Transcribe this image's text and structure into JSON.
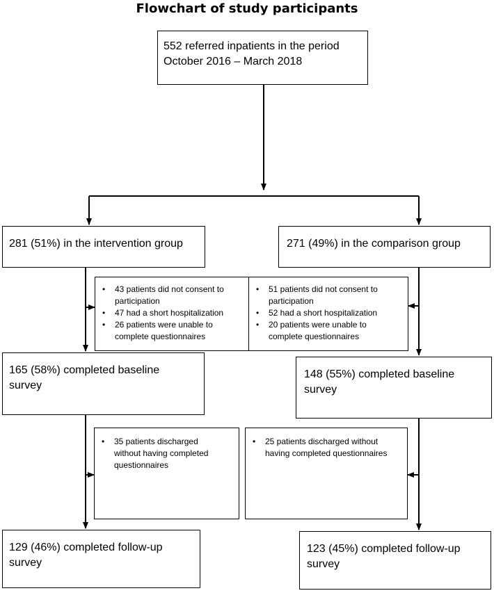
{
  "title": "Flowchart of study participants",
  "top_box": {
    "lines": [
      "552 referred inpatients in the period",
      "October 2016 – March 2018"
    ]
  },
  "intervention": {
    "group": "281 (51%) in the intervention group",
    "exclusion_1": [
      [
        "43 patients did not consent to",
        "participation"
      ],
      [
        "47 had a short hospitalization"
      ],
      [
        "26 patients were unable to",
        "complete questionnaires"
      ]
    ],
    "baseline": [
      "165 (58%) completed baseline",
      "survey"
    ],
    "exclusion_2": [
      [
        "35 patients discharged",
        "without having completed",
        "questionnaires"
      ]
    ],
    "followup": [
      "129 (46%) completed follow-up",
      "survey"
    ]
  },
  "comparison": {
    "group": "271 (49%) in the comparison group",
    "exclusion_1": [
      [
        "51 patients did not consent to",
        "participation"
      ],
      [
        "52 had a short hospitalization"
      ],
      [
        "20 patients were unable to",
        "complete questionnaires"
      ]
    ],
    "baseline": [
      "148 (55%) completed baseline",
      "survey"
    ],
    "exclusion_2": [
      [
        "25 patients discharged without",
        "having completed questionnaires"
      ]
    ],
    "followup": [
      "123 (45%) completed follow-up",
      "survey"
    ]
  }
}
